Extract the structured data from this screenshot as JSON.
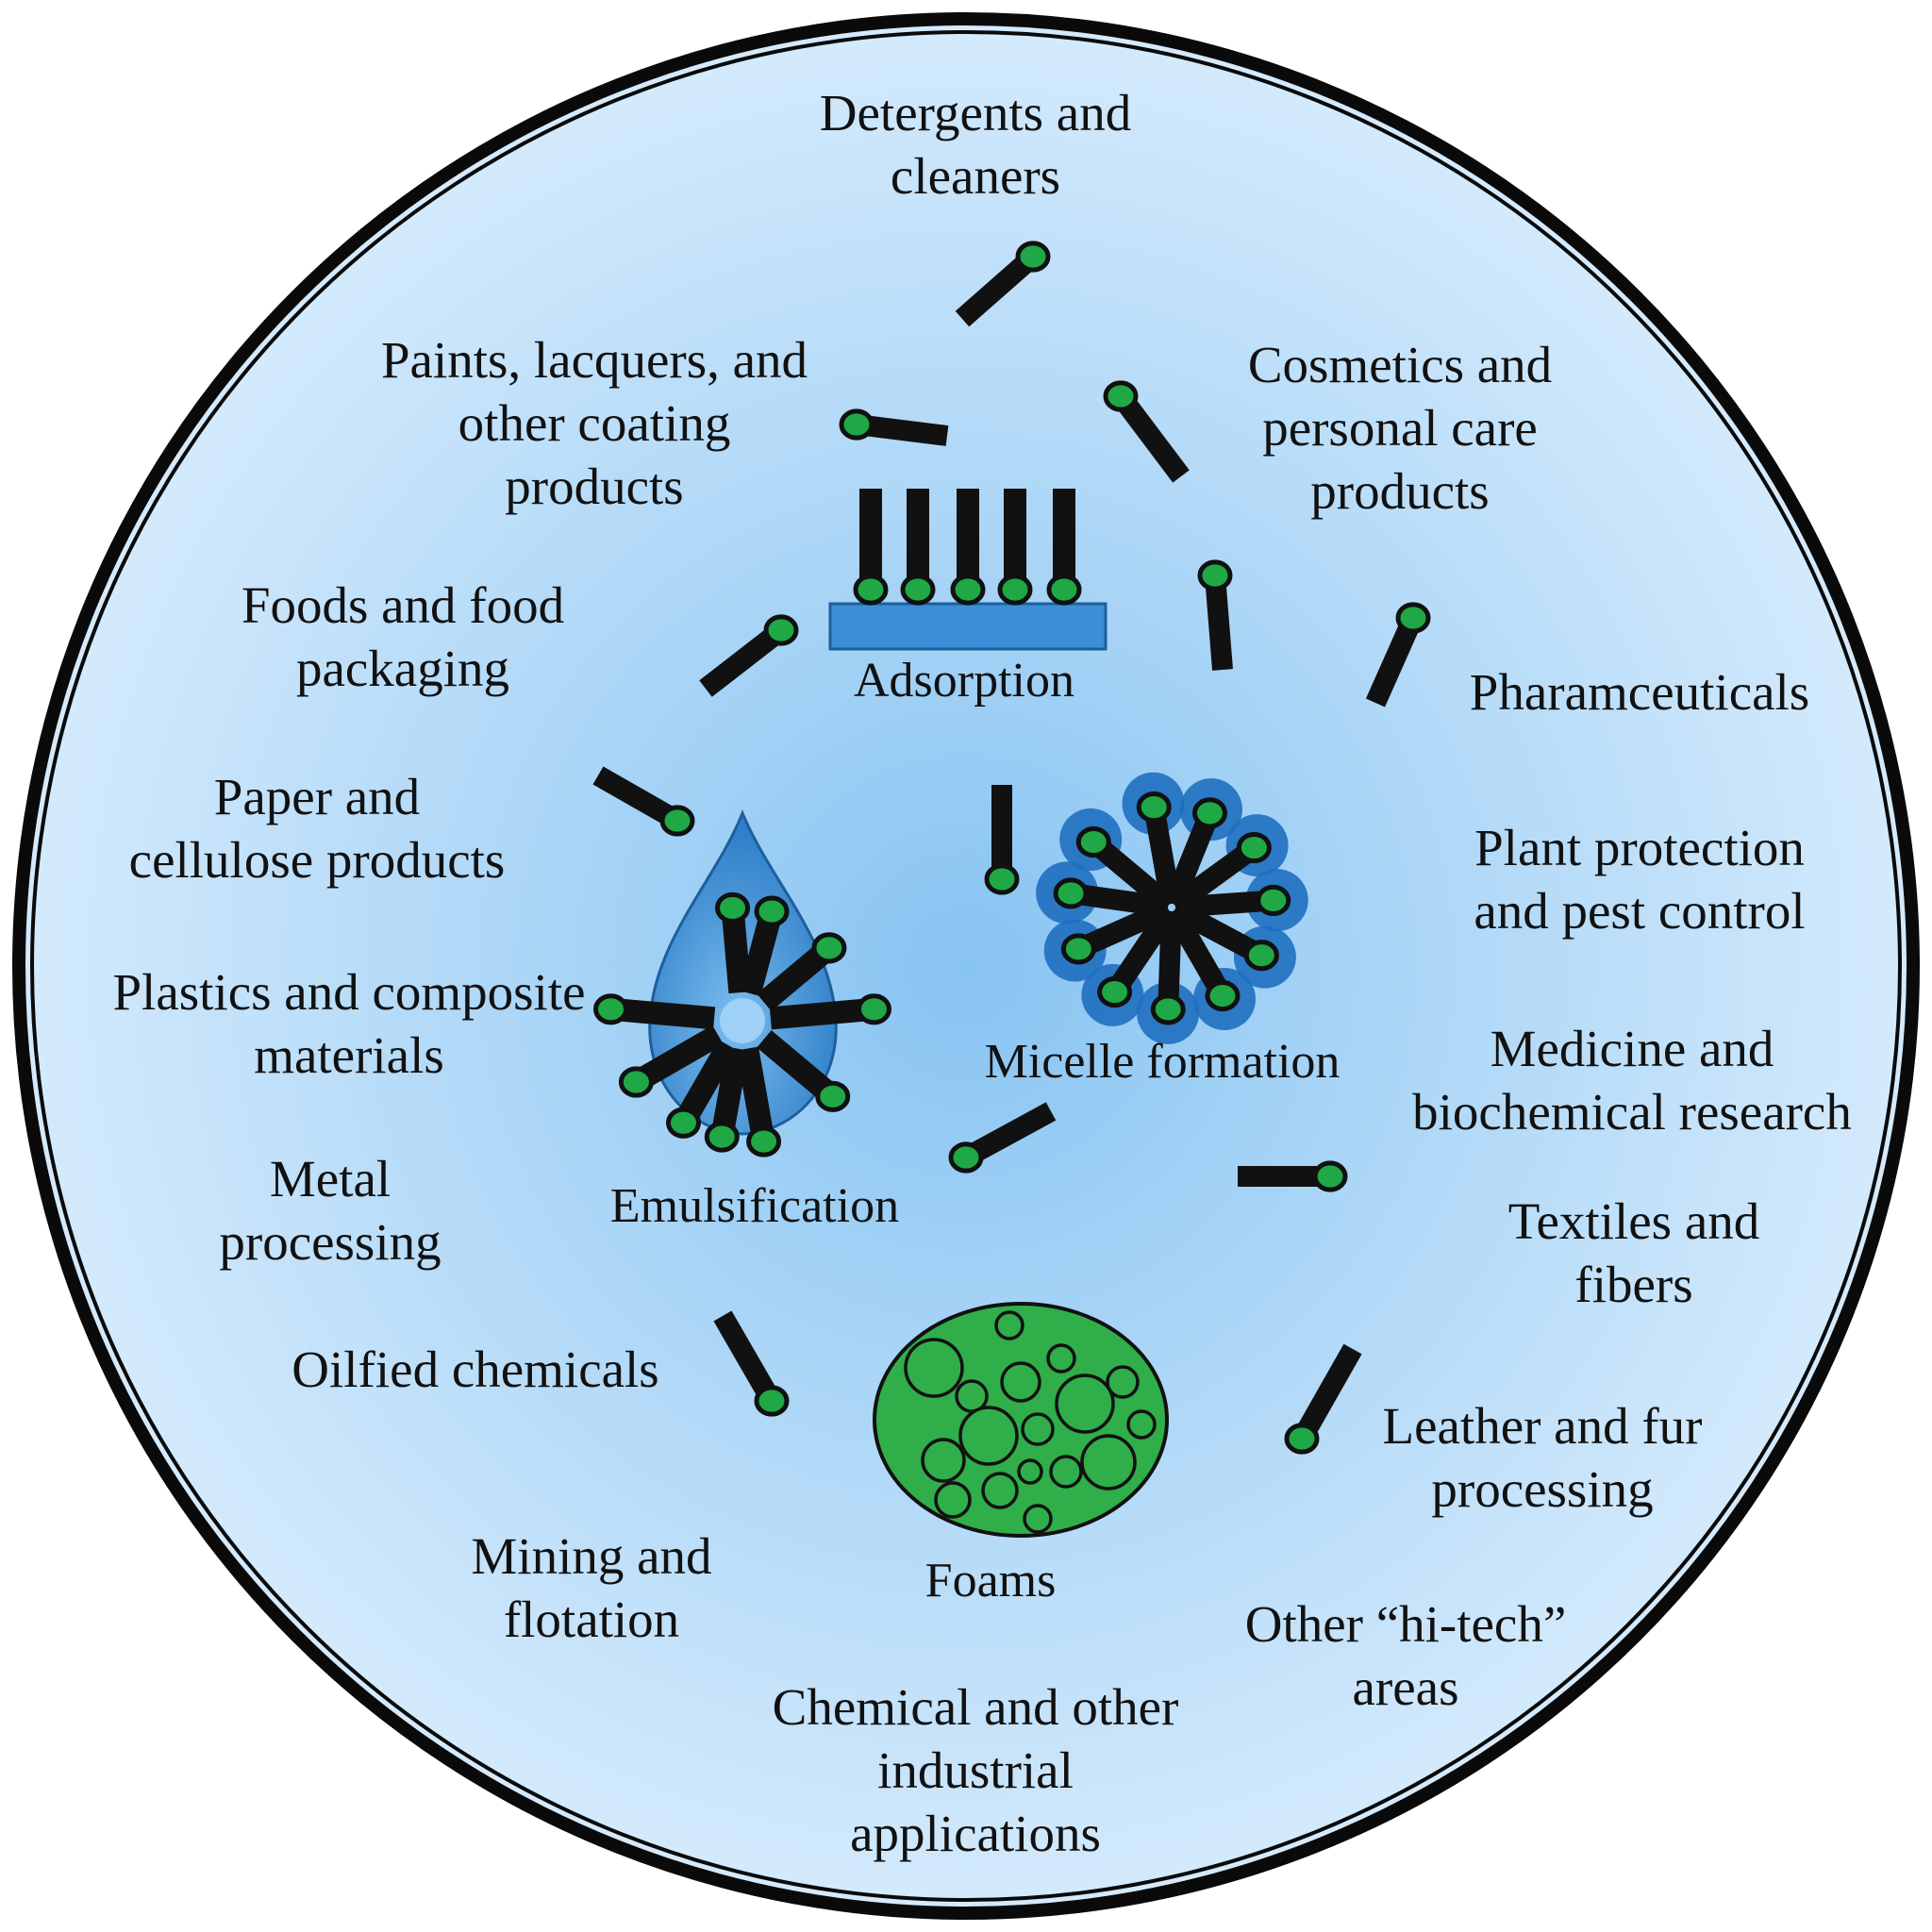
{
  "colors": {
    "background_center": "#88c4f2",
    "background_edge": "#d4eafc",
    "rim": "#0a0a0a",
    "head_fill": "#1fa845",
    "tail": "#111111",
    "surface": "#3a8fd6",
    "drop": "#3f93d9",
    "micelle_halo": "#1f6fc0",
    "foam": "#2fae4a"
  },
  "mechanisms": {
    "adsorption": "Adsorption",
    "micelle": "Micelle formation",
    "emulsification": "Emulsification",
    "foams": "Foams"
  },
  "applications": [
    {
      "lines": [
        "Detergents and",
        "cleaners"
      ]
    },
    {
      "lines": [
        "Paints, lacquers, and",
        "other coating",
        "products"
      ]
    },
    {
      "lines": [
        "Cosmetics and",
        "personal care",
        "products"
      ]
    },
    {
      "lines": [
        "Foods and food",
        "packaging"
      ]
    },
    {
      "lines": [
        "Pharamceuticals"
      ]
    },
    {
      "lines": [
        "Paper and",
        "cellulose products"
      ]
    },
    {
      "lines": [
        "Plant protection",
        "and pest control"
      ]
    },
    {
      "lines": [
        "Plastics and composite",
        "materials"
      ]
    },
    {
      "lines": [
        "Medicine and",
        "biochemical research"
      ]
    },
    {
      "lines": [
        "Metal",
        "processing"
      ]
    },
    {
      "lines": [
        "Textiles and",
        "fibers"
      ]
    },
    {
      "lines": [
        "Oilfied chemicals"
      ]
    },
    {
      "lines": [
        "Leather and fur",
        "processing"
      ]
    },
    {
      "lines": [
        "Mining and",
        "flotation"
      ]
    },
    {
      "lines": [
        "Other “hi-tech”",
        "areas"
      ]
    },
    {
      "lines": [
        "Chemical and other",
        "industrial",
        "applications"
      ]
    }
  ]
}
